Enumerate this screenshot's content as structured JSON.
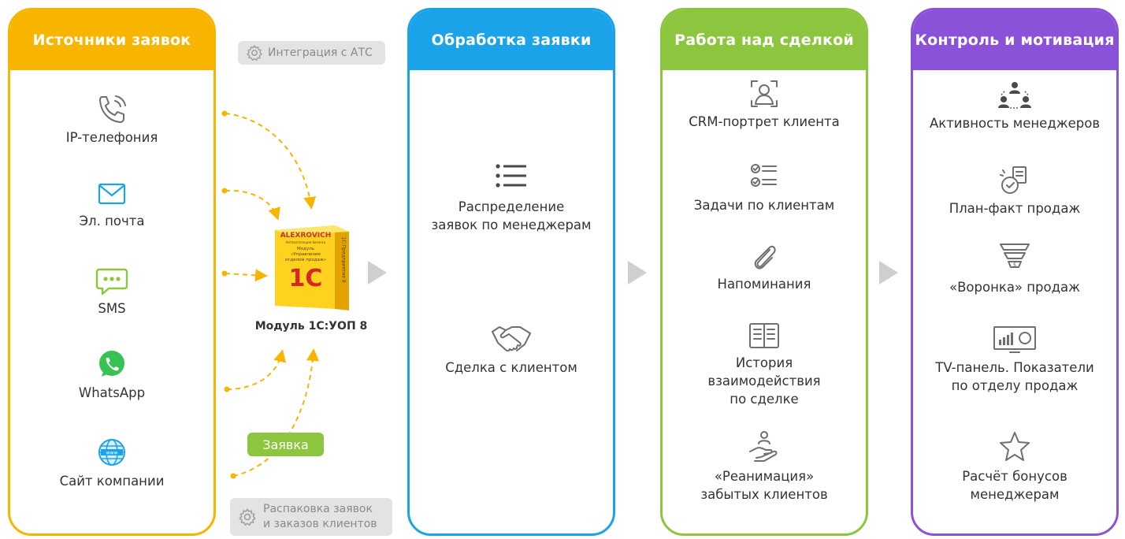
{
  "colors": {
    "sources": "#f7b500",
    "processing": "#1aa3e8",
    "deal": "#8cc63f",
    "control": "#8a52d8",
    "flow_arrows": "#f7b500",
    "tag_green": "#8cc63f",
    "tag_gray": "#e3e3e3"
  },
  "sources": {
    "title": "Источники заявок",
    "items": [
      {
        "label": "IP-телефония",
        "icon": "phone-icon"
      },
      {
        "label": "Эл. почта",
        "icon": "mail-icon"
      },
      {
        "label": "SMS",
        "icon": "sms-icon"
      },
      {
        "label": "WhatsApp",
        "icon": "whatsapp-icon"
      },
      {
        "label": "Сайт компании",
        "icon": "globe-icon"
      }
    ]
  },
  "module": {
    "integration_tag": "Интеграция с АТС",
    "box_brand": "ALEXROVICH",
    "box_brand_sub": "Автоматизация бизнеса",
    "box_text": "Модуль «Управление отделом продаж»",
    "box_logo": "1С",
    "box_side": "1С:Предприятие 8",
    "caption": "Модуль 1С:УОП 8",
    "request_tag": "Заявка",
    "unpack_tag_line1": "Распаковка заявок",
    "unpack_tag_line2": "и заказов клиентов"
  },
  "processing": {
    "title": "Обработка заявки",
    "items": [
      {
        "line1": "Распределение",
        "line2": "заявок по менеджерам",
        "icon": "list-icon"
      },
      {
        "line1": "Сделка с клиентом",
        "line2": "",
        "icon": "handshake-icon"
      }
    ]
  },
  "deal": {
    "title": "Работа над сделкой",
    "items": [
      {
        "lines": [
          "CRM-портрет клиента"
        ],
        "icon": "user-portrait-icon"
      },
      {
        "lines": [
          "Задачи по клиентам"
        ],
        "icon": "checklist-icon"
      },
      {
        "lines": [
          "Напоминания"
        ],
        "icon": "paperclip-icon"
      },
      {
        "lines": [
          "История",
          "взаимодействия",
          "по сделке"
        ],
        "icon": "book-icon"
      },
      {
        "lines": [
          "«Реанимация»",
          "забытых клиентов"
        ],
        "icon": "hand-care-icon"
      }
    ]
  },
  "control": {
    "title": "Контроль и мотивация",
    "items": [
      {
        "lines": [
          "Активность менеджеров"
        ],
        "icon": "team-icon"
      },
      {
        "lines": [
          "План-факт продаж"
        ],
        "icon": "plan-clock-icon"
      },
      {
        "lines": [
          "«Воронка» продаж"
        ],
        "icon": "funnel-icon"
      },
      {
        "lines": [
          "TV-панель. Показатели",
          "по отделу продаж"
        ],
        "icon": "tv-panel-icon"
      },
      {
        "lines": [
          "Расчёт бонусов",
          "менеджерам"
        ],
        "icon": "star-icon"
      }
    ]
  }
}
